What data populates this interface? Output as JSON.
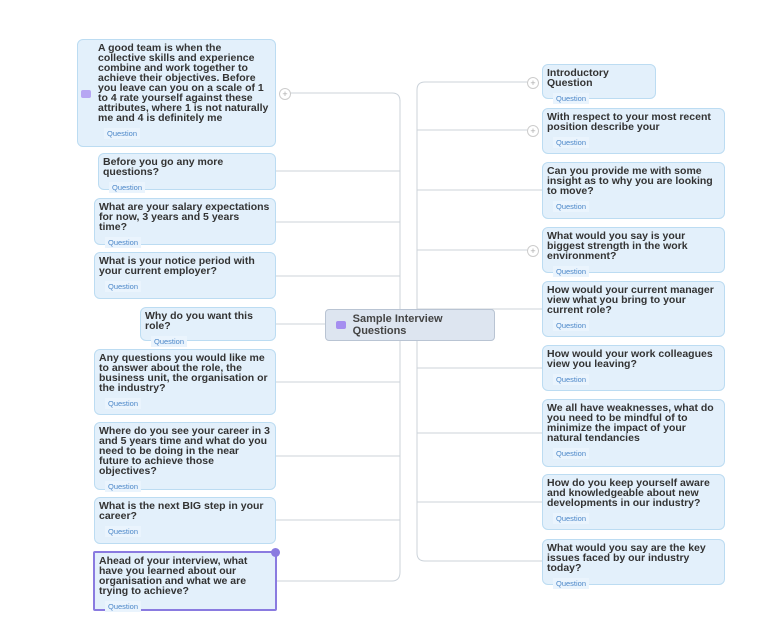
{
  "root": {
    "label": "Sample Interview Questions",
    "icon": "note-icon"
  },
  "tag_label": "Question",
  "left_nodes": [
    {
      "text": "A good team is when the collective skills and experience combine and work together to achieve their objectives. Before you leave can you on a scale of 1 to 4 rate yourself against these attributes, where 1 is not naturally me and 4 is definitely me",
      "tag": "Question"
    },
    {
      "text": "Before you go any more questions?",
      "tag": "Question"
    },
    {
      "text": "What are your salary expectations for now, 3 years and 5 years time?",
      "tag": "Question"
    },
    {
      "text": "What is your notice period with your current employer?",
      "tag": "Question"
    },
    {
      "text": "Why do you want this role?",
      "tag": "Question"
    },
    {
      "text": "Any questions you would like me to answer about the role, the business unit, the organisation or the industry?",
      "tag": "Question"
    },
    {
      "text": "Where do you see your career in 3 and 5 years time and what do you need to be doing in the near future to achieve those objectives?",
      "tag": "Question"
    },
    {
      "text": "What is the next BIG step in your career?",
      "tag": "Question"
    },
    {
      "text": "Ahead of your interview, what have you learned about our organisation and what we are trying to achieve?",
      "tag": "Question"
    }
  ],
  "right_nodes": [
    {
      "text": "Introductory Question",
      "tag": "Question"
    },
    {
      "text": "With respect to your most recent position describe your",
      "tag": "Question"
    },
    {
      "text": "Can you provide me with some insight as to why you are looking to move?",
      "tag": "Question"
    },
    {
      "text": "What would you say is your biggest strength in the work environment?",
      "tag": "Question"
    },
    {
      "text": "How would your current manager view what you bring to your current role?",
      "tag": "Question"
    },
    {
      "text": "How would your work colleagues view you leaving?",
      "tag": "Question"
    },
    {
      "text": "We all have weaknesses, what do you need to be mindful of to minimize the impact of your natural tendancies",
      "tag": "Question"
    },
    {
      "text": "How do you keep yourself aware and knowledgeable about new developments in our industry?",
      "tag": "Question"
    },
    {
      "text": "What would you say are the key issues faced by our industry today?",
      "tag": "Question"
    }
  ],
  "expand_symbol": "+",
  "colors": {
    "node_bg": "#e3f0fb",
    "node_border": "#bcdcf2",
    "selected_border": "#8a7be0",
    "root_bg": "#dde5f0",
    "tag_text": "#4a86c8"
  }
}
